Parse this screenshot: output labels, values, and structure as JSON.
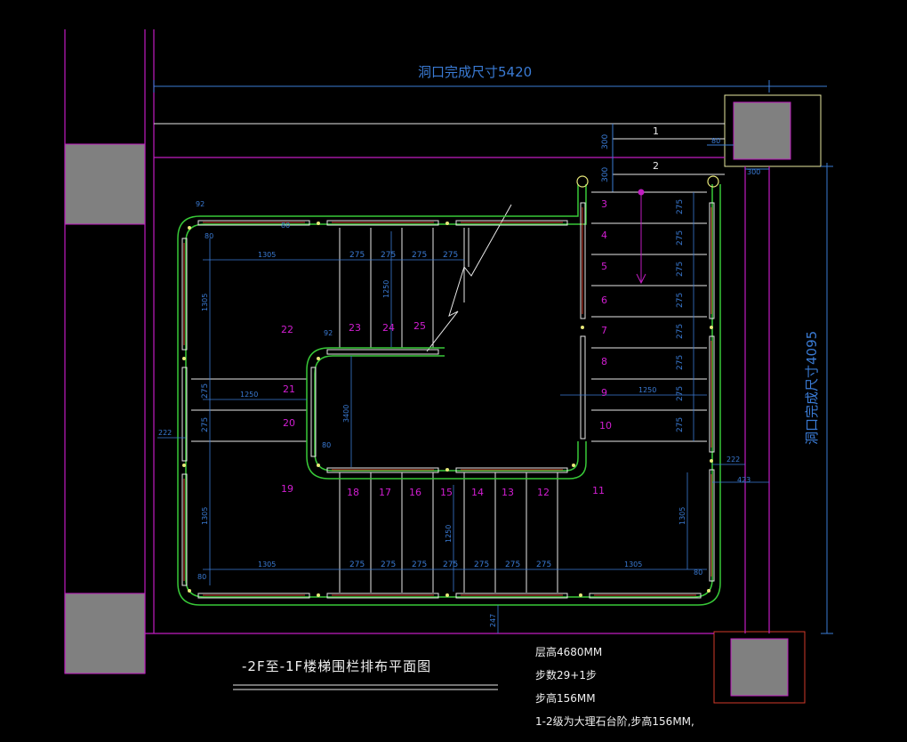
{
  "title": "-2F至-1F楼梯围栏排布平面图",
  "notes": [
    "层高4680MM",
    "步数29+1步",
    "步高156MM",
    "1-2级为大理石台阶,步高156MM,"
  ],
  "dimensions": {
    "opening_width": "洞口完成尺寸5420",
    "opening_depth": "洞口完成尺寸4095",
    "d300a": "300",
    "d300b": "300",
    "d80": "80",
    "d300c": "300",
    "d92a": "92",
    "d92b": "92",
    "d80c": "80",
    "d80d": "80",
    "d80e": "80",
    "d80f": "80",
    "d80g": "80",
    "d1305_top": "1305",
    "d1305_left_top": "1305",
    "d1305_left_bot": "1305",
    "d1305_bot_left": "1305",
    "d1305_bot_right": "1305",
    "d1305_right": "1305",
    "d1250_mid": "1250",
    "d1250_top_vert": "1250",
    "d1250_bot_vert": "1250",
    "d1250_right": "1250",
    "d3400": "3400",
    "d222_left": "222",
    "d222_right": "222",
    "d423": "423",
    "d247": "247",
    "d275": "275"
  },
  "line_labels": [
    "1",
    "2"
  ],
  "steps": {
    "right": [
      "3",
      "4",
      "5",
      "6",
      "7",
      "8",
      "9",
      "10"
    ],
    "top": [
      "23",
      "24",
      "25"
    ],
    "left": [
      "22",
      "21",
      "20",
      "19"
    ],
    "bottom": [
      "18",
      "17",
      "16",
      "15",
      "14",
      "13",
      "12",
      "11"
    ]
  },
  "colors": {
    "background": "#000000",
    "dimension": "#3a7bd5",
    "step_numbers": "#d21ed2",
    "wall": "#c01cc0",
    "handrail": "#38c938",
    "column": "#808080"
  }
}
